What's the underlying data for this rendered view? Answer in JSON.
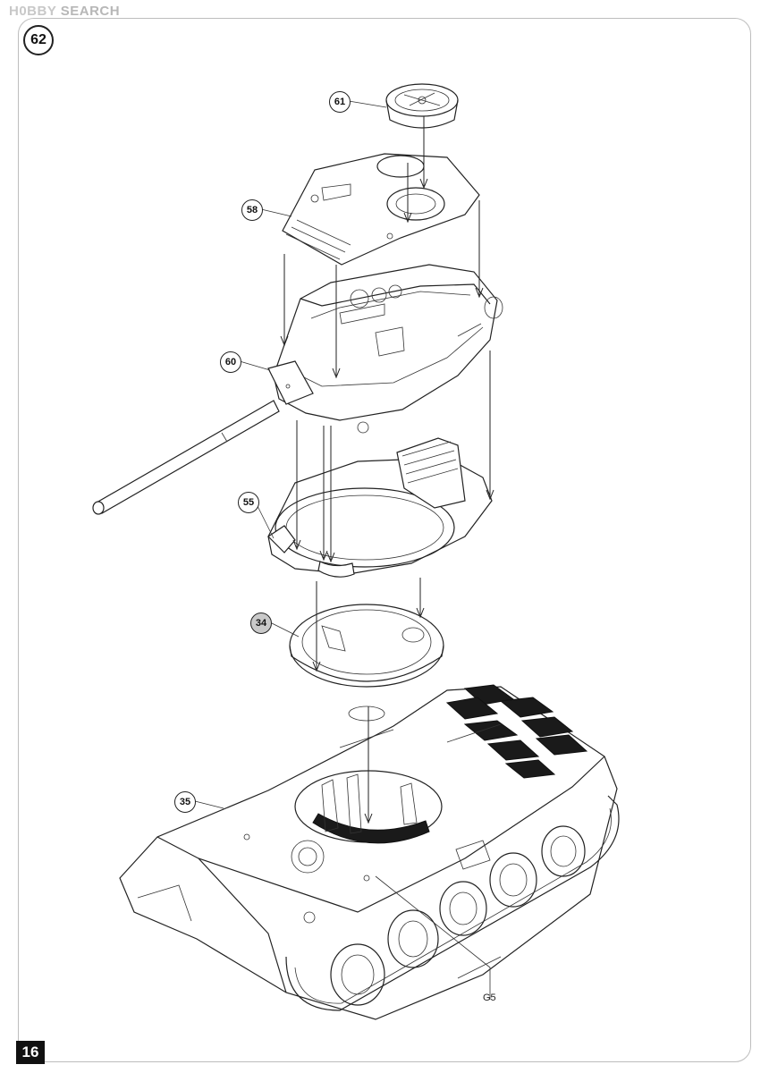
{
  "watermark": {
    "logo": "H0BBY",
    "text": "SEARCH"
  },
  "step": {
    "number": "62"
  },
  "page": {
    "number": "16"
  },
  "callouts": {
    "p61": "61",
    "p58": "58",
    "p60": "60",
    "p55": "55",
    "p34": "34",
    "p35": "35"
  },
  "labels": {
    "g5": "G5"
  }
}
